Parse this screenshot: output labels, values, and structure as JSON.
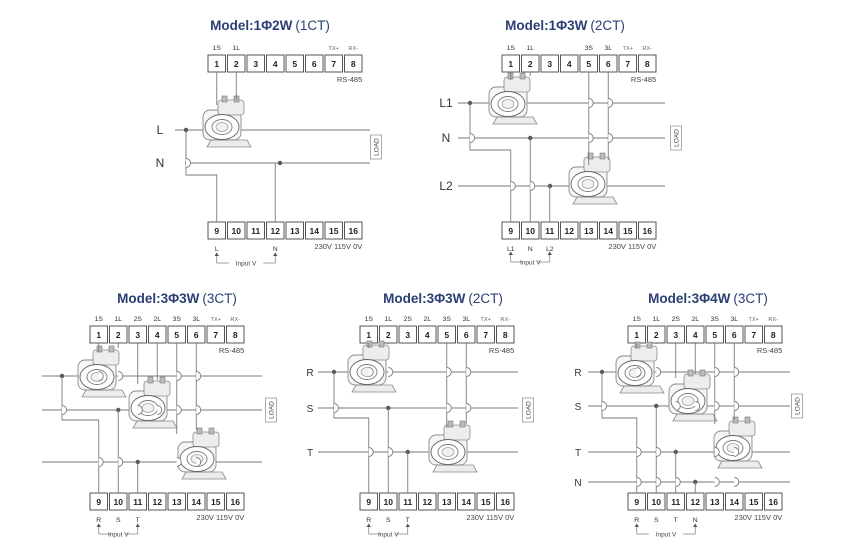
{
  "diagrams": [
    {
      "title": "Model:1Φ2W",
      "title_sub": "(1CT)",
      "top_labels": [
        "1S",
        "1L",
        "",
        "",
        "",
        "",
        "TX+",
        "RX-"
      ],
      "top_numbers": [
        "1",
        "2",
        "3",
        "4",
        "5",
        "6",
        "7",
        "8"
      ],
      "top_info": "RS-485",
      "bottom_numbers": [
        "9",
        "10",
        "11",
        "12",
        "13",
        "14",
        "15",
        "16"
      ],
      "bottom_info": "230V 115V  0V",
      "bottom_labels": [
        "L",
        "",
        "",
        "N",
        "",
        "",
        "",
        ""
      ],
      "input_label": "Input V",
      "line_labels": [
        "L",
        "N"
      ],
      "load_label": "LOAD"
    },
    {
      "title": "Model:1Φ3W",
      "title_sub": "(2CT)",
      "top_labels": [
        "1S",
        "1L",
        "",
        "",
        "3S",
        "3L",
        "TX+",
        "RX-"
      ],
      "top_numbers": [
        "1",
        "2",
        "3",
        "4",
        "5",
        "6",
        "7",
        "8"
      ],
      "top_info": "RS-485",
      "bottom_numbers": [
        "9",
        "10",
        "11",
        "12",
        "13",
        "14",
        "15",
        "16"
      ],
      "bottom_info": "230V 115V  0V",
      "bottom_labels": [
        "L1",
        "N",
        "L2",
        "",
        "",
        "",
        "",
        ""
      ],
      "input_label": "Input V",
      "line_labels": [
        "L1",
        "N",
        "L2"
      ],
      "load_label": "LOAD"
    },
    {
      "title": "Model:3Φ3W",
      "title_sub": "(3CT)",
      "top_labels": [
        "1S",
        "1L",
        "2S",
        "2L",
        "3S",
        "3L",
        "TX+",
        "RX-"
      ],
      "top_numbers": [
        "1",
        "2",
        "3",
        "4",
        "5",
        "6",
        "7",
        "8"
      ],
      "top_info": "RS-485",
      "bottom_numbers": [
        "9",
        "10",
        "11",
        "12",
        "13",
        "14",
        "15",
        "16"
      ],
      "bottom_info": "230V 115V  0V",
      "bottom_labels": [
        "R",
        "S",
        "T",
        "",
        "",
        "",
        "",
        ""
      ],
      "input_label": "Input V",
      "line_labels": [],
      "load_label": "LOAD"
    },
    {
      "title": "Model:3Φ3W",
      "title_sub": "(2CT)",
      "top_labels": [
        "1S",
        "1L",
        "2S",
        "2L",
        "3S",
        "3L",
        "TX+",
        "RX-"
      ],
      "top_numbers": [
        "1",
        "2",
        "3",
        "4",
        "5",
        "6",
        "7",
        "8"
      ],
      "top_info": "RS-485",
      "bottom_numbers": [
        "9",
        "10",
        "11",
        "12",
        "13",
        "14",
        "15",
        "16"
      ],
      "bottom_info": "230V 115V  0V",
      "bottom_labels": [
        "R",
        "S",
        "T",
        "",
        "",
        "",
        "",
        ""
      ],
      "input_label": "Input V",
      "line_labels": [
        "R",
        "S",
        "T"
      ],
      "load_label": "LOAD"
    },
    {
      "title": "Model:3Φ4W",
      "title_sub": "(3CT)",
      "top_labels": [
        "1S",
        "1L",
        "2S",
        "2L",
        "3S",
        "3L",
        "TX+",
        "RX-"
      ],
      "top_numbers": [
        "1",
        "2",
        "3",
        "4",
        "5",
        "6",
        "7",
        "8"
      ],
      "top_info": "RS-485",
      "bottom_numbers": [
        "9",
        "10",
        "11",
        "12",
        "13",
        "14",
        "15",
        "16"
      ],
      "bottom_info": "230V 115V  0V",
      "bottom_labels": [
        "R",
        "S",
        "T",
        "N",
        "",
        "",
        "",
        ""
      ],
      "input_label": "Input V",
      "line_labels": [
        "R",
        "S",
        "T",
        "N"
      ],
      "load_label": "LOAD"
    }
  ]
}
